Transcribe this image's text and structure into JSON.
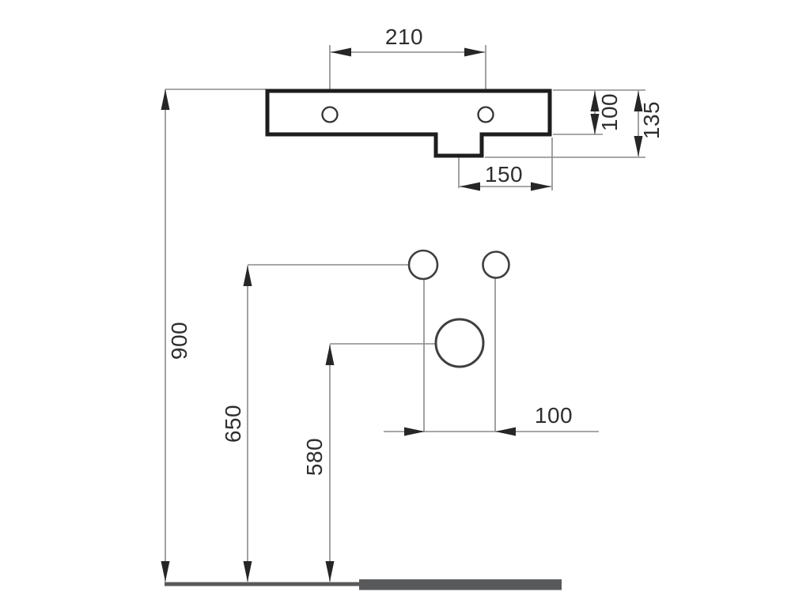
{
  "drawing": {
    "kind": "installation-dimension-diagram",
    "dimensions_mm": {
      "mounting_hole_spacing": "210",
      "profile_height": "100",
      "profile_height_with_tab": "135",
      "tab_center_to_right_edge": "150",
      "rim_height_from_floor": "900",
      "supply_connection_height": "650",
      "drain_outlet_height": "580",
      "supply_to_drain_spacing": "100"
    }
  },
  "colors": {
    "bg": "#ffffff",
    "line": "#8a8a8a",
    "outline": "#1d1d1d",
    "arrow": "#262626",
    "text": "#2e2e2e",
    "floor": "#58595b",
    "hole": "#333333",
    "circle": "#3f3f3f"
  }
}
